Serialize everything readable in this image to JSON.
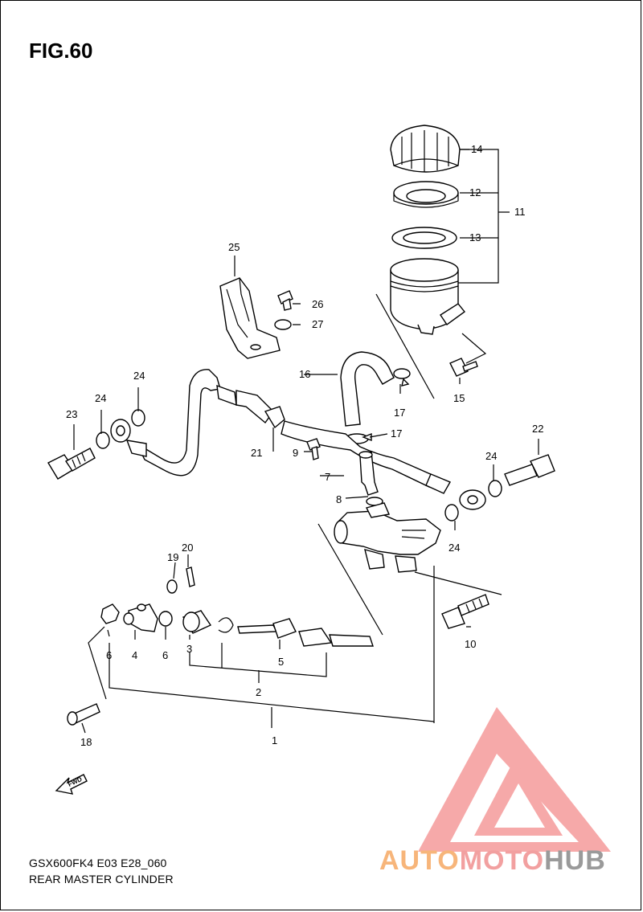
{
  "figure": {
    "title": "FIG.60",
    "model_code": "GSX600FK4 E03 E28_060",
    "caption": "REAR MASTER CYLINDER",
    "fwd_label": "FWD"
  },
  "watermark": {
    "part1": "AUTO",
    "part2": "MOTO",
    "part3": "HUB",
    "color_light": "#f7b57a",
    "color_red": "#f2a0a0",
    "color_gray": "#9a9a9a"
  },
  "callouts": {
    "n1": "1",
    "n2": "2",
    "n3": "3",
    "n4": "4",
    "n5": "5",
    "n6a": "6",
    "n6b": "6",
    "n7": "7",
    "n8": "8",
    "n9": "9",
    "n10": "10",
    "n11": "11",
    "n12": "12",
    "n13": "13",
    "n14": "14",
    "n15": "15",
    "n16": "16",
    "n17a": "17",
    "n17b": "17",
    "n18": "18",
    "n19": "19",
    "n20": "20",
    "n21": "21",
    "n22": "22",
    "n23": "23",
    "n24a": "24",
    "n24b": "24",
    "n24c": "24",
    "n24d": "24",
    "n25": "25",
    "n26": "26",
    "n27": "27"
  }
}
